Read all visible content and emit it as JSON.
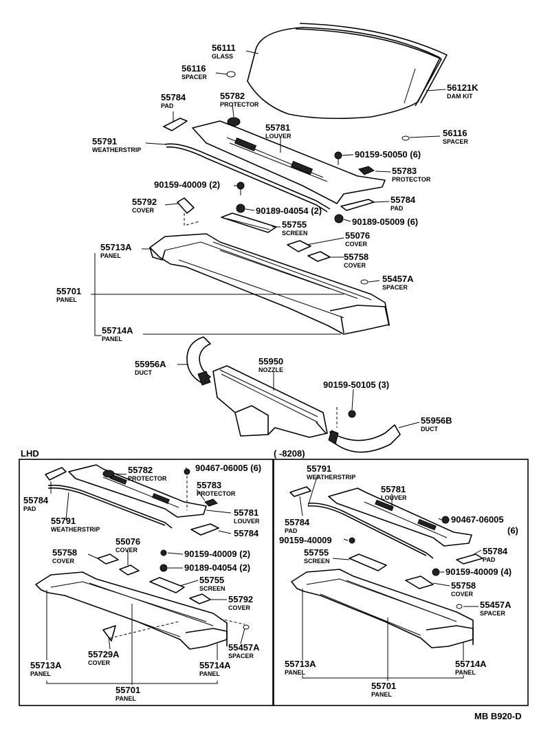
{
  "callouts": {
    "c56111": {
      "num": "56111",
      "name": "GLASS"
    },
    "c56116a": {
      "num": "56116",
      "name": "SPACER"
    },
    "c56121k": {
      "num": "56121K",
      "name": "DAM KIT"
    },
    "c55784a": {
      "num": "55784",
      "name": "PAD"
    },
    "c55782a": {
      "num": "55782",
      "name": "PROTECTOR"
    },
    "c56116b": {
      "num": "56116",
      "name": "SPACER"
    },
    "c55791a": {
      "num": "55791",
      "name": "WEATHERSTRIP"
    },
    "c55781a": {
      "num": "55781",
      "name": "LOUVER"
    },
    "c9015950050": {
      "num": "90159-50050 (6)"
    },
    "c55783a": {
      "num": "55783",
      "name": "PROTECTOR"
    },
    "c9015940009a": {
      "num": "90159-40009 (2)"
    },
    "c55784b": {
      "num": "55784",
      "name": "PAD"
    },
    "c55792a": {
      "num": "55792",
      "name": "COVER"
    },
    "c9018904054a": {
      "num": "90189-04054 (2)"
    },
    "c9018905009": {
      "num": "90189-05009 (6)"
    },
    "c55755a": {
      "num": "55755",
      "name": "SCREEN"
    },
    "c55076a": {
      "num": "55076",
      "name": "COVER"
    },
    "c55713a1": {
      "num": "55713A",
      "name": "PANEL"
    },
    "c55758a": {
      "num": "55758",
      "name": "COVER"
    },
    "c55457a1": {
      "num": "55457A",
      "name": "SPACER"
    },
    "c55701a": {
      "num": "55701",
      "name": "PANEL"
    },
    "c55714a1": {
      "num": "55714A",
      "name": "PANEL"
    },
    "c55956a": {
      "num": "55956A",
      "name": "DUCT"
    },
    "c55950": {
      "num": "55950",
      "name": "NOZZLE"
    },
    "c9015950105": {
      "num": "90159-50105 (3)"
    },
    "c55956b": {
      "num": "55956B",
      "name": "DUCT"
    },
    "c55782b": {
      "num": "55782",
      "name": "PROTECTOR"
    },
    "c9046706005a": {
      "num": "90467-06005 (6)"
    },
    "c55783b": {
      "num": "55783",
      "name": "PROTECTOR"
    },
    "c55784c": {
      "num": "55784",
      "name": "PAD"
    },
    "c55781b": {
      "num": "55781",
      "name": "LOUVER"
    },
    "c55791b": {
      "num": "55791",
      "name": "WEATHERSTRIP"
    },
    "c55784d": {
      "num": "55784"
    },
    "c55076b": {
      "num": "55076",
      "name": "COVER"
    },
    "c55758b": {
      "num": "55758",
      "name": "COVER"
    },
    "c9015940009b": {
      "num": "90159-40009 (2)"
    },
    "c9018904054b": {
      "num": "90189-04054 (2)"
    },
    "c55755b": {
      "num": "55755",
      "name": "SCREEN"
    },
    "c55792b": {
      "num": "55792",
      "name": "COVER"
    },
    "c55729a": {
      "num": "55729A",
      "name": "COVER"
    },
    "c55457a2": {
      "num": "55457A",
      "name": "SPACER"
    },
    "c55713a2": {
      "num": "55713A",
      "name": "PANEL"
    },
    "c55714a2": {
      "num": "55714A",
      "name": "PANEL"
    },
    "c55701b": {
      "num": "55701",
      "name": "PANEL"
    },
    "c55791c": {
      "num": "55791",
      "name": "WEATHERSTRIP"
    },
    "c55781c": {
      "num": "55781",
      "name": "LOUVER"
    },
    "c55784e": {
      "num": "55784",
      "name": "PAD"
    },
    "c9046706005b": {
      "num": "90467-06005",
      "qty": "(6)"
    },
    "c9015940009c": {
      "num": "90159-40009"
    },
    "c55784f": {
      "num": "55784",
      "name": "PAD"
    },
    "c55755c": {
      "num": "55755",
      "name": "SCREEN"
    },
    "c9015940009d": {
      "num": "90159-40009 (4)"
    },
    "c55758c": {
      "num": "55758",
      "name": "COVER"
    },
    "c55457a3": {
      "num": "55457A",
      "name": "SPACER"
    },
    "c55713a3": {
      "num": "55713A",
      "name": "PANEL"
    },
    "c55714a3": {
      "num": "55714A",
      "name": "PANEL"
    },
    "c55701c": {
      "num": "55701",
      "name": "PANEL"
    }
  },
  "sections": {
    "lhd_label": "LHD",
    "period_label": "(      -8208)"
  },
  "footer": {
    "code": "MB B920-D"
  }
}
